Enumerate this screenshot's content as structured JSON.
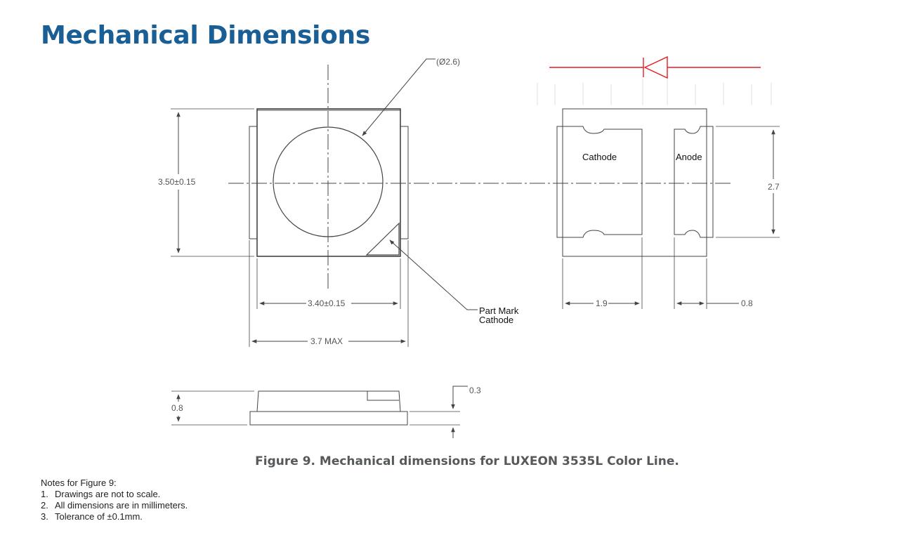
{
  "page": {
    "title": "Mechanical Dimensions"
  },
  "drawing": {
    "dims": {
      "diameter": "(Ø2.6)",
      "height_total": "3.50±0.15",
      "width_body": "3.40±0.15",
      "width_max": "3.7 MAX",
      "pad_height": "2.7",
      "cathode_width": "1.9",
      "anode_width": "0.8",
      "thickness": "0.8",
      "lens_offset": "0.3"
    },
    "labels": {
      "cathode": "Cathode",
      "anode": "Anode",
      "part_mark_line1": "Part Mark",
      "part_mark_line2": "Cathode"
    },
    "colors": {
      "line": "#444444",
      "diode_symbol": "#e02020"
    }
  },
  "caption": "Figure 9. Mechanical dimensions for LUXEON 3535L Color Line.",
  "notes": {
    "heading": "Notes for Figure 9:",
    "items": [
      {
        "num": "1.",
        "text": "Drawings are not to scale."
      },
      {
        "num": "2.",
        "text": "All dimensions are in millimeters."
      },
      {
        "num": "3.",
        "text": "Tolerance of ±0.1mm."
      }
    ]
  }
}
